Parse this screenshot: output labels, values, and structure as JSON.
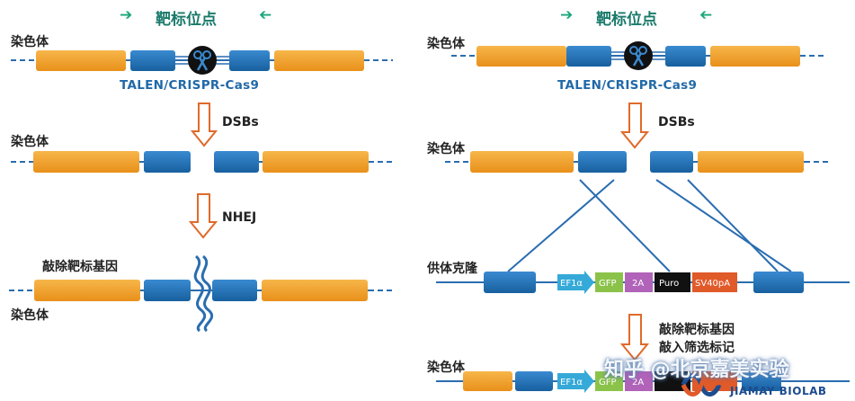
{
  "left": {
    "title": "靶标位点",
    "chromosome_label": "染色体",
    "nuclease_label": "TALEN/CRISPR-Cas9",
    "dsb_label": "DSBs",
    "nhej_label": "NHEJ",
    "knockout_label": "敲除靶标基因"
  },
  "right": {
    "title": "靶标位点",
    "chromosome_label": "染色体",
    "nuclease_label": "TALEN/CRISPR-Cas9",
    "dsb_label": "DSBs",
    "donor_label": "供体克隆",
    "result_line1": "敲除靶标基因",
    "result_line2": "敲入筛选标记"
  },
  "cassette": {
    "ef1a": "EF1α",
    "gfp": "GFP",
    "t2a": "2A",
    "puro": "Puro",
    "sv40pa": "SV40pA"
  },
  "watermark": {
    "text": "知乎 @北京嘉美实验",
    "logo_text": "JIAMAY BIOLAB"
  },
  "colors": {
    "exon_orange": "#f29d1e",
    "exon_blue": "#1f72b8",
    "line": "#2a6db0",
    "arrow_outline": "#e06a2a",
    "title_green": "#1a7a6b",
    "ef1a_cyan": "#35a9d8",
    "gfp_green": "#8bc34a",
    "t2a_purple": "#b063b8",
    "puro_black": "#111111",
    "sv40_orange": "#e05a2a"
  }
}
